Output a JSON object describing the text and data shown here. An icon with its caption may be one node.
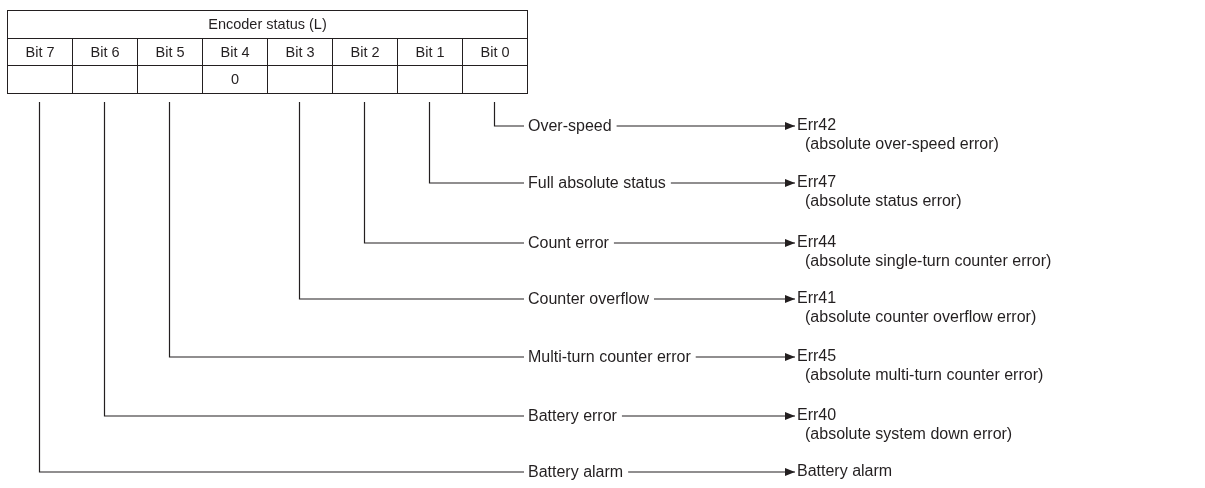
{
  "diagram": {
    "nodes": [
      {
        "text": [
          "Encoder status (L)"
        ]
      },
      {
        "text": [
          "Bit 7"
        ]
      },
      {
        "text": [
          "Bit 6"
        ]
      },
      {
        "text": [
          "Bit 5"
        ]
      },
      {
        "text": [
          "Bit 4"
        ]
      },
      {
        "text": [
          "Bit 3"
        ]
      },
      {
        "text": [
          "Bit 2"
        ]
      },
      {
        "text": [
          "Bit 1"
        ]
      },
      {
        "text": [
          "Bit 0"
        ]
      },
      {
        "text": [],
        "shape": "box"
      },
      {
        "text": [],
        "shape": "box"
      },
      {
        "text": [],
        "shape": "box"
      },
      {
        "text": [
          "0"
        ]
      },
      {
        "text": [],
        "shape": "box"
      },
      {
        "text": [],
        "shape": "box"
      },
      {
        "text": [],
        "shape": "box"
      },
      {
        "text": [],
        "shape": "box"
      },
      {
        "text": [
          "Over-speed"
        ]
      },
      {
        "text": [
          "Full absolute status"
        ]
      },
      {
        "text": [
          "Count error"
        ]
      },
      {
        "text": [
          "Counter overflow"
        ]
      },
      {
        "text": [
          "Multi-turn counter error"
        ]
      },
      {
        "text": [
          "Battery error"
        ]
      },
      {
        "text": [
          "Battery alarm"
        ]
      },
      {
        "text": [
          "Err42",
          "(absolute over-speed error)"
        ]
      },
      {
        "text": [
          "Err47",
          "(absolute status error)"
        ]
      },
      {
        "text": [
          "Err44",
          "(absolute single-turn counter error)"
        ]
      },
      {
        "text": [
          "Err41",
          "(absolute counter overflow error)"
        ]
      },
      {
        "text": [
          "Err45",
          "(absolute multi-turn counter error)"
        ]
      },
      {
        "text": [
          "Err40",
          "(absolute system down error)"
        ]
      },
      {
        "text": [
          "Battery alarm"
        ]
      }
    ],
    "edges": [
      {
        "from": 16,
        "to": 17,
        "arrow": "none"
      },
      {
        "from": 15,
        "to": 18,
        "arrow": "none"
      },
      {
        "from": 14,
        "to": 19,
        "arrow": "none"
      },
      {
        "from": 13,
        "to": 20,
        "arrow": "none"
      },
      {
        "from": 11,
        "to": 21,
        "arrow": "none"
      },
      {
        "from": 10,
        "to": 22,
        "arrow": "none"
      },
      {
        "from": 9,
        "to": 23,
        "arrow": "none"
      },
      {
        "from": 17,
        "to": 24,
        "arrow": "to"
      },
      {
        "from": 18,
        "to": 25,
        "arrow": "to"
      },
      {
        "from": 19,
        "to": 26,
        "arrow": "to"
      },
      {
        "from": 20,
        "to": 27,
        "arrow": "to"
      },
      {
        "from": 21,
        "to": 28,
        "arrow": "to"
      },
      {
        "from": 22,
        "to": 29,
        "arrow": "to"
      },
      {
        "from": 23,
        "to": 30,
        "arrow": "to"
      }
    ]
  }
}
